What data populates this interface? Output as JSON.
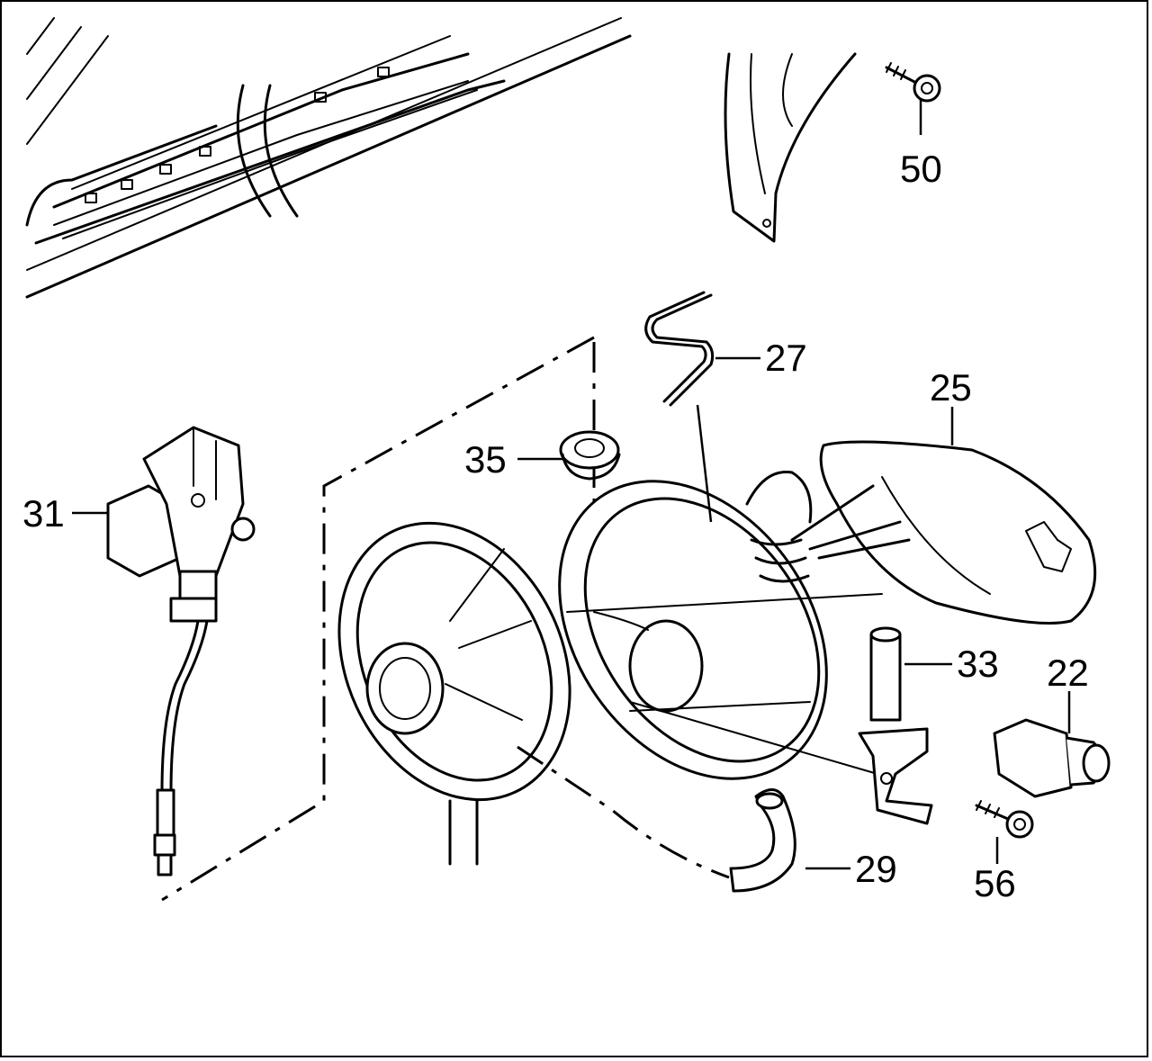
{
  "diagram": {
    "callouts": {
      "p50": "50",
      "p27": "27",
      "p25": "25",
      "p35": "35",
      "p31": "31",
      "p33": "33",
      "p22": "22",
      "p29": "29",
      "p56": "56"
    },
    "colors": {
      "line": "#000000",
      "background": "#ffffff"
    }
  }
}
